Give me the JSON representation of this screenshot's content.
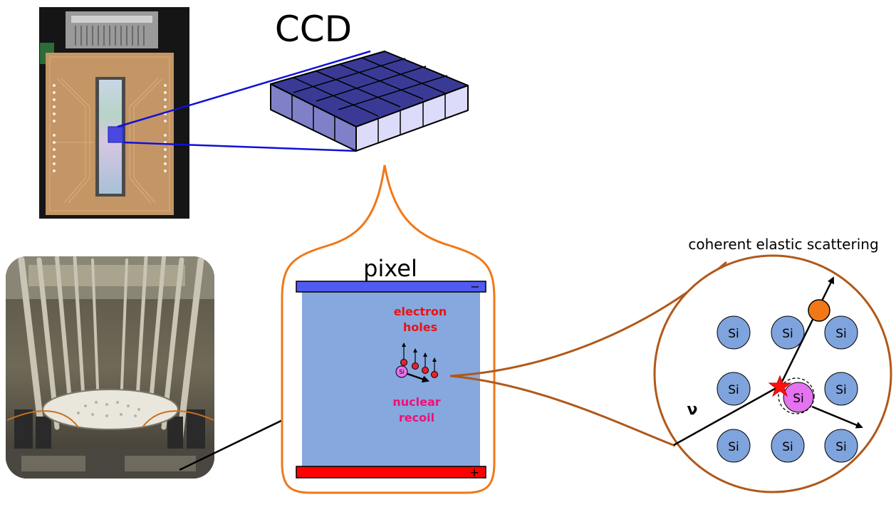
{
  "ccd": {
    "title": "CCD"
  },
  "pixel": {
    "title": "pixel",
    "top_electrode_sign": "−",
    "bottom_electrode_sign": "+",
    "label_electron_holes_1": "electron",
    "label_electron_holes_2": "holes",
    "label_nuclear_recoil_1": "nuclear",
    "label_nuclear_recoil_2": "recoil",
    "recoil_atom_label": "Si"
  },
  "scattering": {
    "title": "coherent elastic scattering",
    "neutrino_label": "ν",
    "lattice_atoms": [
      "Si",
      "Si",
      "Si",
      "Si",
      "Si",
      "Si",
      "Si",
      "Si"
    ],
    "recoil_atom_label": "Si"
  },
  "colors": {
    "electrode_negative": "#4f5bf0",
    "electrode_positive": "#ff0000",
    "pixel_bulk": "#86a8de",
    "orange_outline": "#f07818",
    "brown_outline": "#b0581a",
    "si_atom": "#7fa3dc",
    "recoil_atom": "#e373ef",
    "highlight_square": "#3a3ae0",
    "label_red": "#ee1111",
    "label_magenta": "#ee1177"
  }
}
